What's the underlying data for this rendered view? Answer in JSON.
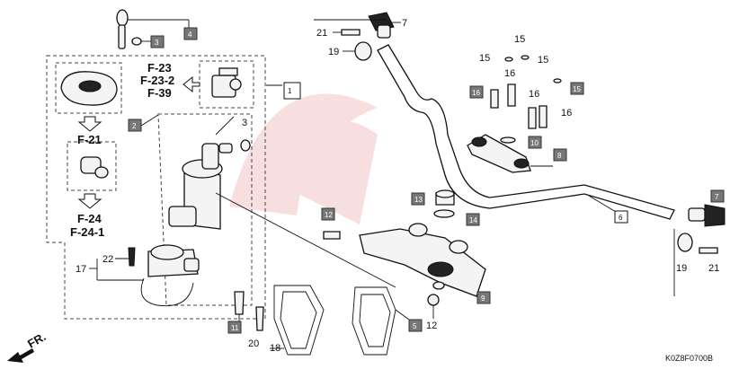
{
  "diagram_code": "K0Z8F0700B",
  "direction_label": "FR.",
  "ref_labels": [
    "F-23",
    "F-23-2",
    "F-39",
    "F-21",
    "F-24",
    "F-24-1"
  ],
  "callouts": {
    "c1": "1",
    "c2": "2",
    "c3": "3",
    "c3b": "3",
    "c4": "4",
    "c5": "5",
    "c6": "6",
    "c7a": "7",
    "c7b": "7",
    "c8": "8",
    "c9": "9",
    "c10": "10",
    "c11": "11",
    "c12a": "12",
    "c12b": "12",
    "c13": "13",
    "c14": "14",
    "c15a": "15",
    "c15b": "15",
    "c15c": "15",
    "c15d": "15",
    "c16a": "16",
    "c16b": "16",
    "c16c": "16",
    "c16d": "16",
    "c17": "17",
    "c18": "18",
    "c19a": "19",
    "c19b": "19",
    "c20": "20",
    "c21a": "21",
    "c21b": "21",
    "c22": "22"
  }
}
